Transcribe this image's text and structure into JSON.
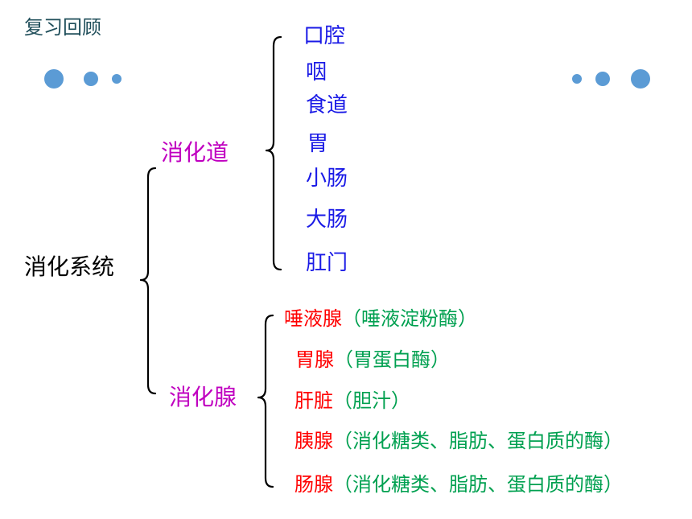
{
  "title": "复习回顾",
  "colors": {
    "title": "#1f4e5a",
    "dots": "#5b9bd5",
    "category": "#c000c0",
    "organ": "#1a1ae6",
    "gland_name": "#ff0000",
    "enzyme": "#00a050"
  },
  "root": "消化系统",
  "tract": {
    "label": "消化道",
    "organs": [
      "口腔",
      "咽",
      "食道",
      "胃",
      "小肠",
      "大肠",
      "肛门"
    ]
  },
  "glands": {
    "label": "消化腺",
    "items": [
      {
        "name": "唾液腺",
        "enzyme": "（唾液淀粉酶）"
      },
      {
        "name": "胃腺",
        "enzyme": "（胃蛋白酶）"
      },
      {
        "name": "肝脏",
        "enzyme": "（胆汁）"
      },
      {
        "name": "胰腺",
        "enzyme": "（消化糖类、脂肪、蛋白质的酶）"
      },
      {
        "name": "肠腺",
        "enzyme": "（消化糖类、脂肪、蛋白质的酶）"
      }
    ]
  }
}
